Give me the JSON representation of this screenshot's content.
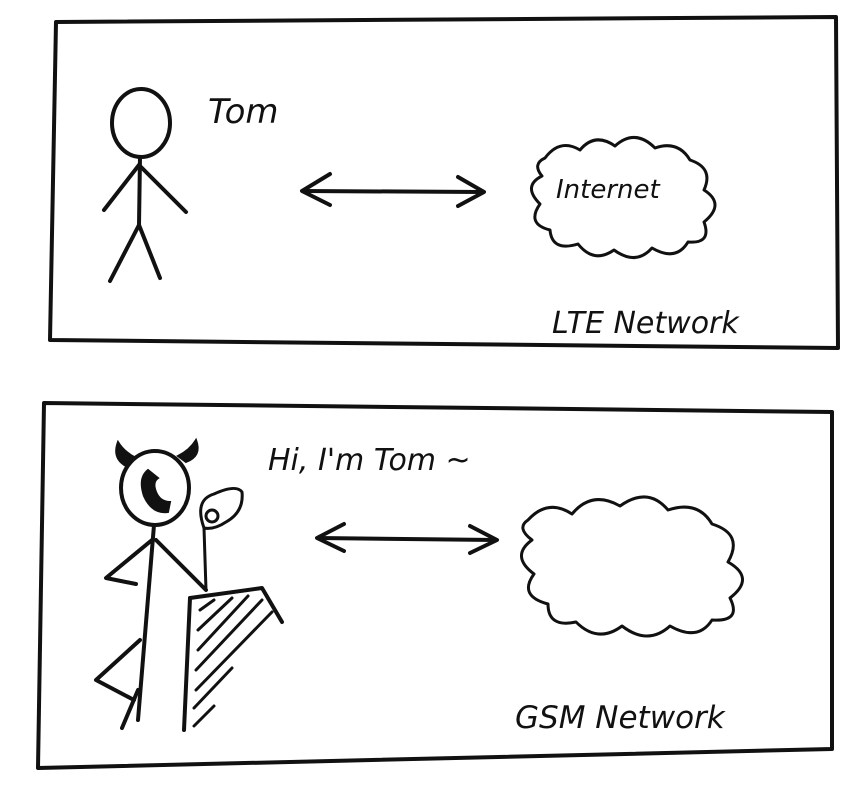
{
  "panels": [
    {
      "network_label": "LTE Network",
      "person_label": "Tom",
      "cloud_label": "Internet"
    },
    {
      "network_label": "GSM Network",
      "speech": "Hi, I'm Tom ~"
    }
  ],
  "colors": {
    "ink": "#111111",
    "paper": "#ffffff"
  },
  "icons": [
    "stick-figure",
    "devil-horns",
    "phone-face",
    "cliff-hatching",
    "double-arrow",
    "cloud"
  ]
}
